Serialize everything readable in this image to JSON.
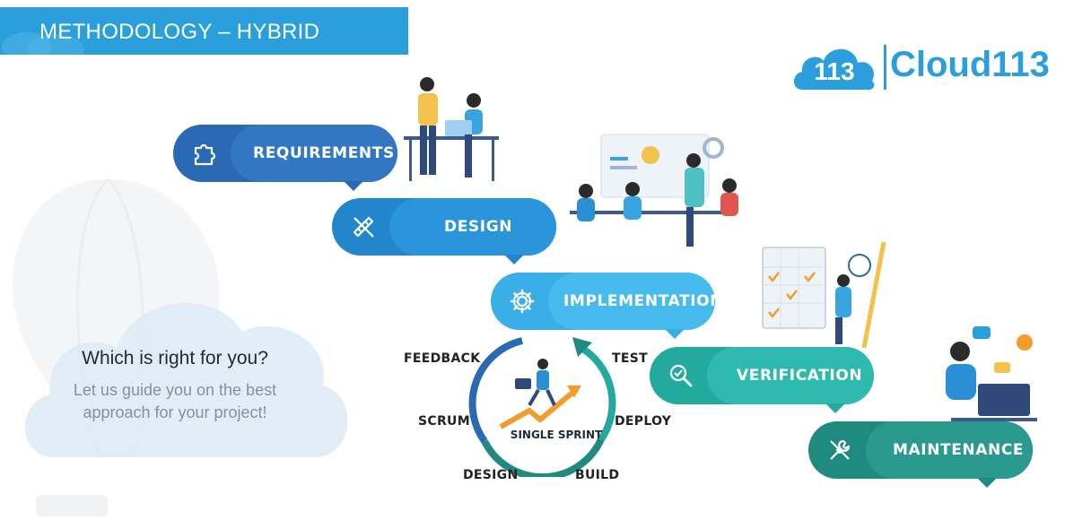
{
  "banner": {
    "title": "METHODOLOGY – HYBRID"
  },
  "logo": {
    "badge": "113",
    "text": "Cloud113"
  },
  "intro": {
    "question": "Which is right for you?",
    "guide_line1": "Let us guide you on the best",
    "guide_line2": "approach for your project!"
  },
  "stages": [
    {
      "label": "REQUIREMENTS",
      "icon": "puzzle-icon"
    },
    {
      "label": "DESIGN",
      "icon": "ruler-pencil-icon"
    },
    {
      "label": "IMPLEMENTATION",
      "icon": "gear-icon"
    },
    {
      "label": "VERIFICATION",
      "icon": "magnifier-check-icon"
    },
    {
      "label": "MAINTENANCE",
      "icon": "tools-icon"
    }
  ],
  "cycle": {
    "center": "SINGLE SPRINT",
    "steps": [
      "FEEDBACK",
      "TEST",
      "SCRUM",
      "DEPLOY",
      "DESIGN",
      "BUILD"
    ]
  },
  "colors": {
    "banner": "#2a9fdc",
    "requirements": "#2a69b4",
    "design": "#2386cc",
    "implementation": "#3aaee6",
    "verification": "#24a99e",
    "maintenance": "#1f8a80"
  }
}
